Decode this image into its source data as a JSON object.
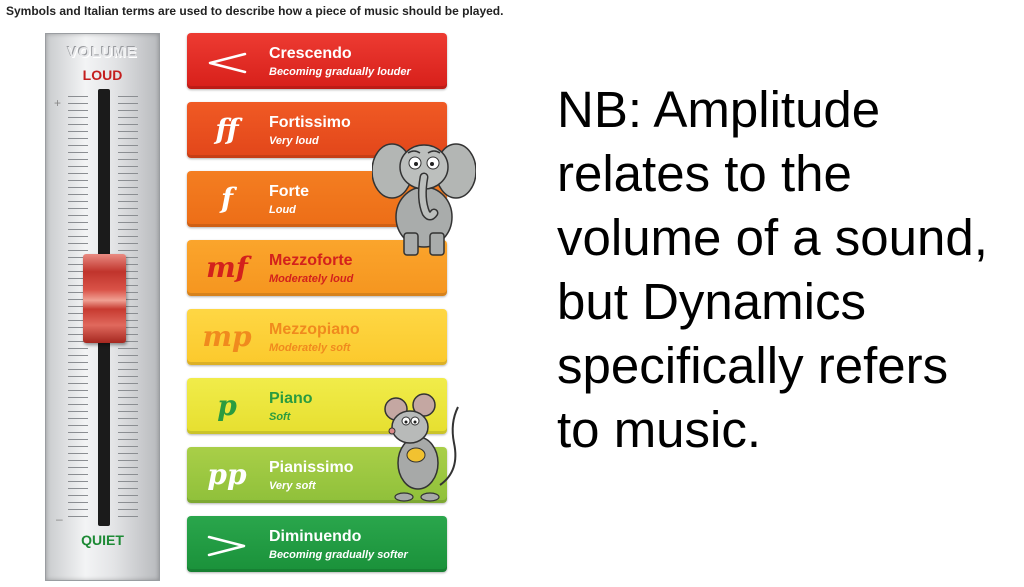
{
  "caption": "Symbols and Italian terms are used to describe how a piece of music should be played.",
  "fader": {
    "title": "VOLUME",
    "top_label": "LOUD",
    "bottom_label": "QUIET",
    "plus": "+",
    "minus": "–",
    "level": 0.52
  },
  "dynamics": [
    {
      "symbol": "",
      "symbol_icon": "crescendo-hairpin-icon",
      "name": "Crescendo",
      "description": "Becoming gradually louder",
      "color": "#e32b24",
      "symbol_color": "#ffffff",
      "text_color": "#ffffff"
    },
    {
      "symbol": "ff",
      "name": "Fortissimo",
      "description": "Very loud",
      "color": "#e9501f",
      "symbol_color": "#ffffff",
      "text_color": "#ffffff"
    },
    {
      "symbol": "f",
      "name": "Forte",
      "description": "Loud",
      "color": "#f0761c",
      "symbol_color": "#ffffff",
      "text_color": "#ffffff"
    },
    {
      "symbol": "mf",
      "name": "Mezzoforte",
      "description": "Moderately loud",
      "color": "#f99e26",
      "symbol_color": "#d3211c",
      "text_color": "#d3211c"
    },
    {
      "symbol": "mp",
      "name": "Mezzopiano",
      "description": "Moderately soft",
      "color": "#fdd13b",
      "symbol_color": "#f08a1e",
      "text_color": "#f08a1e"
    },
    {
      "symbol": "p",
      "name": "Piano",
      "description": "Soft",
      "color": "#ece53d",
      "symbol_color": "#2a9b3f",
      "text_color": "#2a9b3f"
    },
    {
      "symbol": "pp",
      "name": "Pianissimo",
      "description": "Very soft",
      "color": "#9cc741",
      "symbol_color": "#ffffff",
      "text_color": "#ffffff"
    },
    {
      "symbol": "",
      "symbol_icon": "diminuendo-hairpin-icon",
      "name": "Diminuendo",
      "description": "Becoming gradually softer",
      "color": "#1f9b42",
      "symbol_color": "#ffffff",
      "text_color": "#ffffff"
    }
  ],
  "illustrations": {
    "loud_icon": "elephant-icon",
    "soft_icon": "mouse-icon"
  },
  "note": "NB: Amplitude relates to the volume of a sound, but Dynamics specifically refers to music."
}
